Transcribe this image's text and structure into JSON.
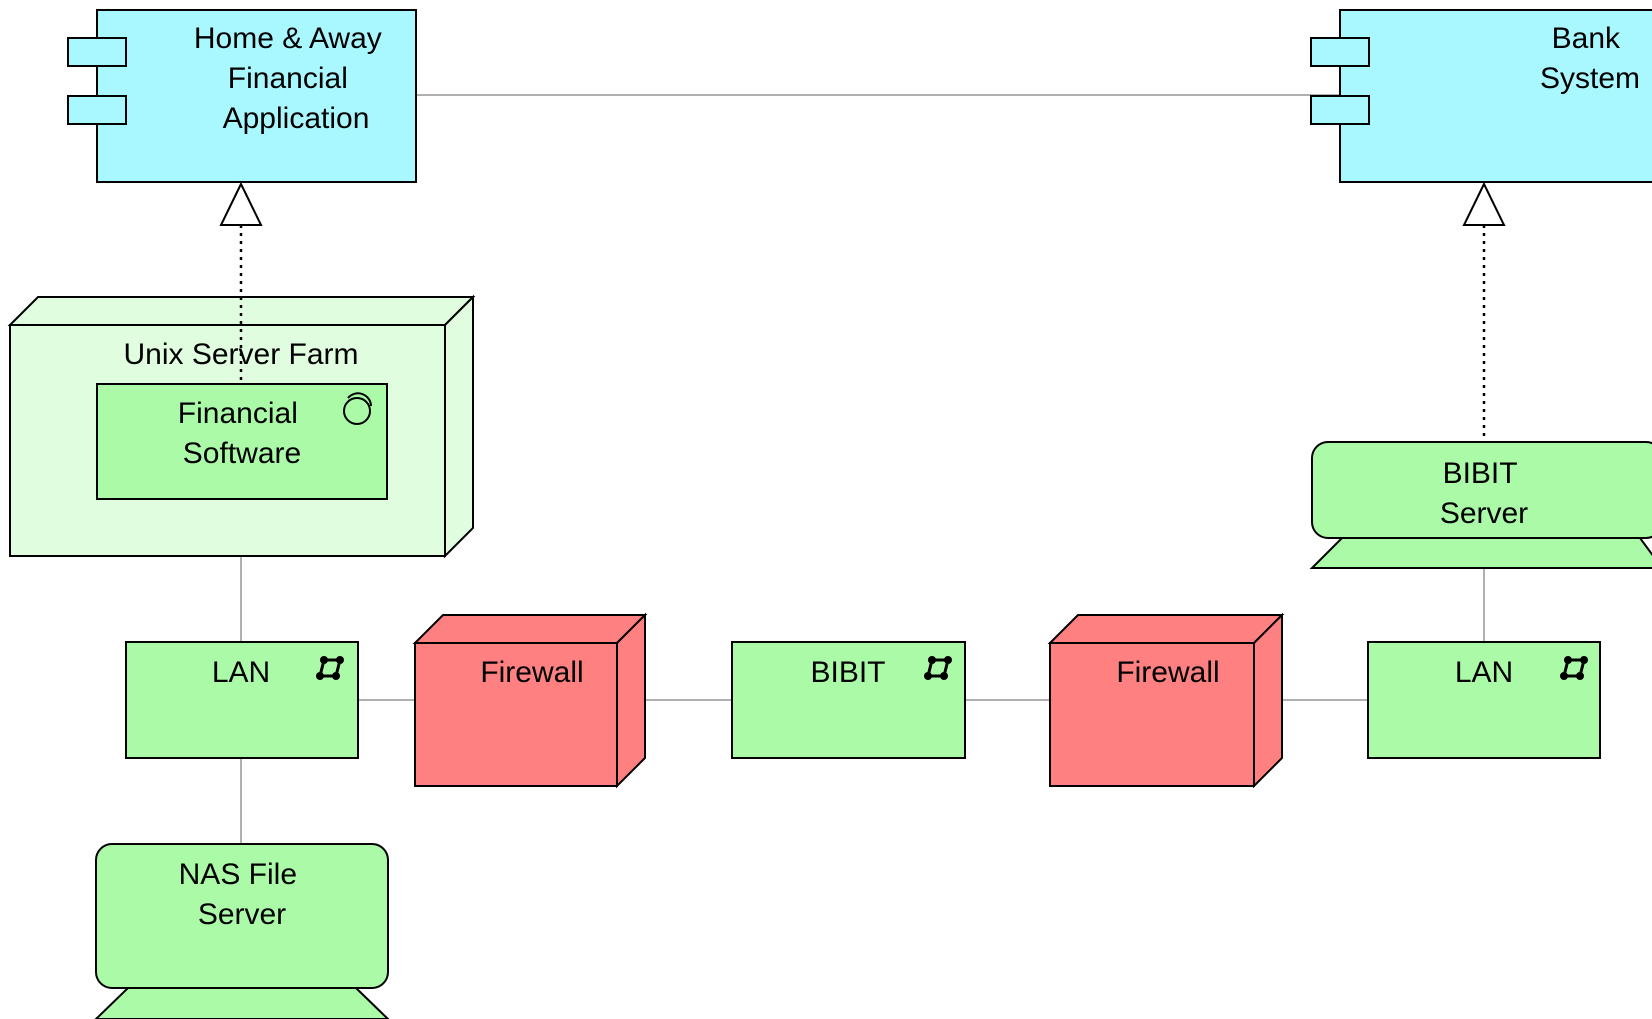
{
  "nodes": {
    "app_component": {
      "lines": [
        "Home & Away",
        "Financial",
        "Application"
      ]
    },
    "bank_system": {
      "lines": [
        "Bank",
        "System"
      ]
    },
    "unix_farm": {
      "title": "Unix Server Farm"
    },
    "financial_software": {
      "lines": [
        "Financial",
        "Software"
      ]
    },
    "bibit_server": {
      "lines": [
        "BIBIT",
        "Server"
      ]
    },
    "lan_left": {
      "label": "LAN"
    },
    "firewall_left": {
      "label": "Firewall"
    },
    "bibit_network": {
      "label": "BIBIT"
    },
    "firewall_right": {
      "label": "Firewall"
    },
    "lan_right": {
      "label": "LAN"
    },
    "nas_server": {
      "lines": [
        "NAS File",
        "Server"
      ]
    }
  },
  "colors": {
    "application": "#aaf8ff",
    "node": "#aafaa8",
    "node_light": "#e0fde0",
    "firewall": "#ff8080",
    "line": "#b0b0b0",
    "stroke": "#000000"
  },
  "icons": {
    "component": "component-icon",
    "system_software": "system-software-icon",
    "network": "network-icon"
  }
}
